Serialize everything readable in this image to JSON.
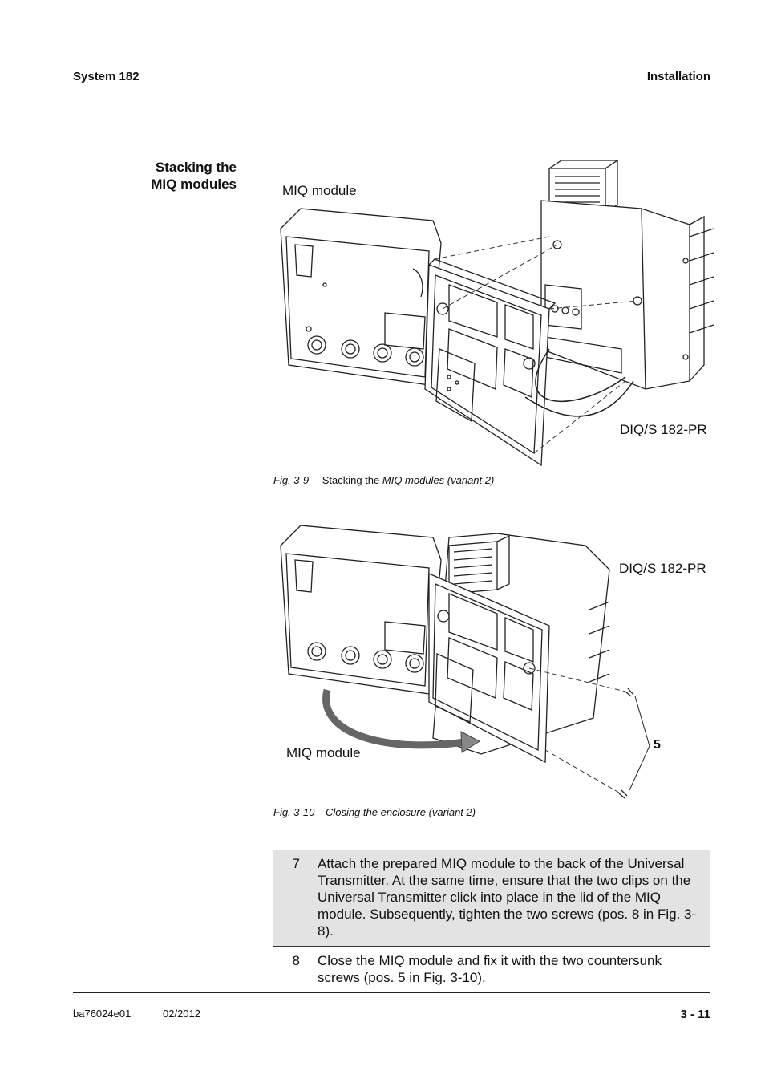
{
  "header": {
    "left": "System 182",
    "right": "Installation"
  },
  "section": {
    "title_line1": "Stacking the",
    "title_line2": "MIQ modules"
  },
  "figure1": {
    "label_module": "MIQ module",
    "label_device": "DIQ/S 182-PR",
    "caption_num": "Fig. 3-9",
    "caption_text": "Stacking the",
    "caption_italic": "MIQ modules (variant 2)"
  },
  "figure2": {
    "label_device": "DIQ/S 182-PR",
    "label_module": "MIQ module",
    "label_pos": "5",
    "caption_num": "Fig. 3-10",
    "caption_text": "Closing the enclosure (variant 2)"
  },
  "steps": [
    {
      "num": "7",
      "text": "Attach the prepared MIQ module to the back of the Universal Transmitter. At the same time, ensure that the two clips on the Universal Transmitter click into place in the lid of the MIQ module. Subsequently, tighten the two screws (pos. 8 in Fig. 3-8)."
    },
    {
      "num": "8",
      "text": "Close the MIQ module and fix it with the two countersunk screws (pos. 5 in Fig. 3-10)."
    }
  ],
  "footer": {
    "doc_id": "ba76024e01",
    "date": "02/2012",
    "page": "3 - 11"
  }
}
